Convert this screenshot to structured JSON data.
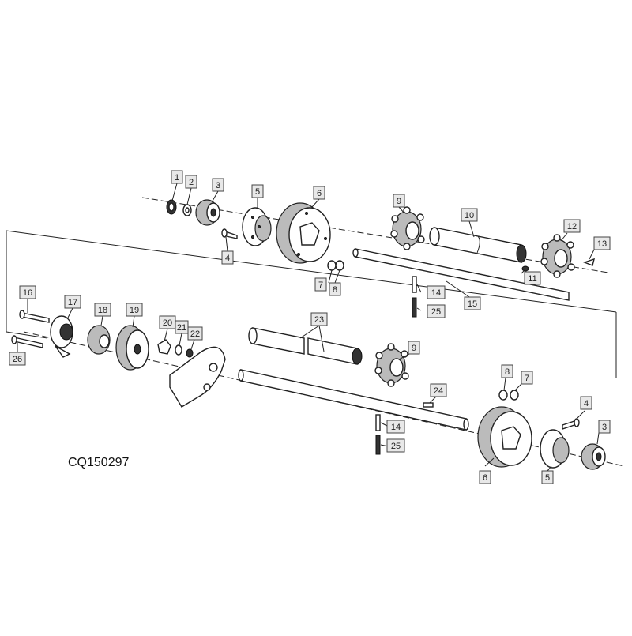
{
  "figure": {
    "code": "CQ150297"
  },
  "callouts": {
    "c1": "1",
    "c2": "2",
    "c3": "3",
    "c4": "4",
    "c5": "5",
    "c6": "6",
    "c7": "7",
    "c8": "8",
    "c9": "9",
    "c10": "10",
    "c11": "11",
    "c12": "12",
    "c13": "13",
    "c14": "14",
    "c15": "15",
    "c16": "16",
    "c17": "17",
    "c18": "18",
    "c19": "19",
    "c20": "20",
    "c21": "21",
    "c22": "22",
    "c23": "23",
    "c24": "24",
    "c25": "25",
    "c26": "26",
    "lc8": "8",
    "lc7": "7",
    "lc4": "4",
    "lc3": "3",
    "lc6": "6",
    "lc5": "5",
    "lc9": "9",
    "lc14": "14",
    "lc25": "25"
  }
}
